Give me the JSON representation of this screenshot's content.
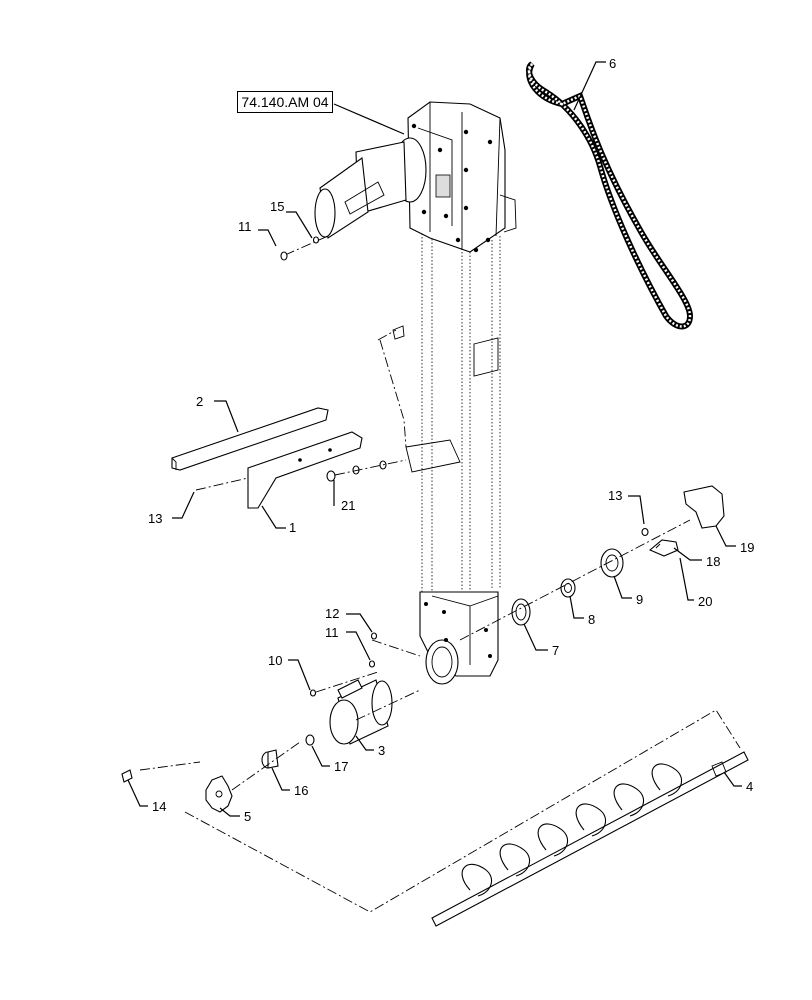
{
  "reference": "74.140.AM 04",
  "callouts": {
    "c1": "1",
    "c2": "2",
    "c3": "3",
    "c4": "4",
    "c5": "5",
    "c6": "6",
    "c7": "7",
    "c8": "8",
    "c9": "9",
    "c10": "10",
    "c11a": "11",
    "c11b": "11",
    "c12": "12",
    "c13a": "13",
    "c13b": "13",
    "c14": "14",
    "c15": "15",
    "c16": "16",
    "c17": "17",
    "c18": "18",
    "c19": "19",
    "c20": "20",
    "c21": "21"
  }
}
